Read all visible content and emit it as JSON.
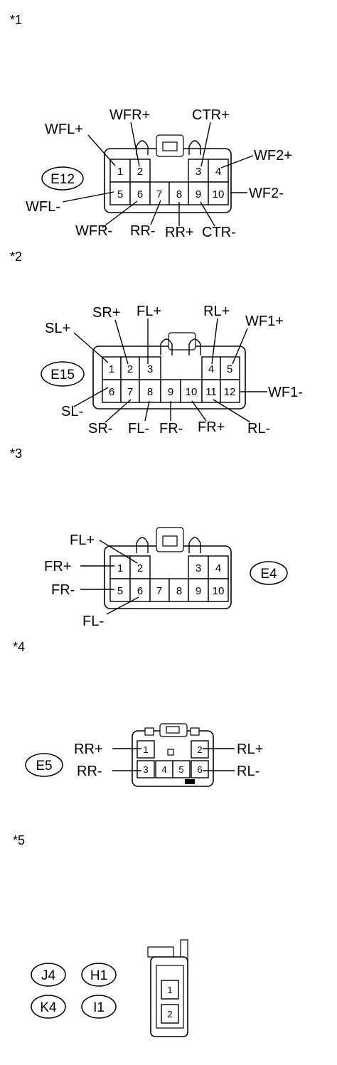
{
  "sections": [
    {
      "marker": "*1",
      "connectors": [
        "E12"
      ],
      "pins": [
        "1",
        "2",
        "3",
        "4",
        "5",
        "6",
        "7",
        "8",
        "9",
        "10"
      ],
      "signals": [
        "WFL+",
        "WFR+",
        "CTR+",
        "WF2+",
        "WFL-",
        "WF2-",
        "WFR-",
        "RR-",
        "RR+",
        "CTR-"
      ]
    },
    {
      "marker": "*2",
      "connectors": [
        "E15"
      ],
      "pins": [
        "1",
        "2",
        "3",
        "4",
        "5",
        "6",
        "7",
        "8",
        "9",
        "10",
        "11",
        "12"
      ],
      "signals": [
        "SL+",
        "SR+",
        "FL+",
        "RL+",
        "WF1+",
        "WF1-",
        "SL-",
        "SR-",
        "FL-",
        "FR-",
        "FR+",
        "RL-"
      ]
    },
    {
      "marker": "*3",
      "connectors": [
        "E4"
      ],
      "pins": [
        "1",
        "2",
        "3",
        "4",
        "5",
        "6",
        "7",
        "8",
        "9",
        "10"
      ],
      "signals": [
        "FL+",
        "FR+",
        "FR-",
        "FL-"
      ]
    },
    {
      "marker": "*4",
      "connectors": [
        "E5"
      ],
      "pins": [
        "1",
        "2",
        "3",
        "4",
        "5",
        "6"
      ],
      "signals": [
        "RR+",
        "RL+",
        "RR-",
        "RL-"
      ]
    },
    {
      "marker": "*5",
      "connectors": [
        "J4",
        "H1",
        "K4",
        "I1"
      ],
      "pins": [
        "1",
        "2"
      ],
      "signals": []
    }
  ]
}
